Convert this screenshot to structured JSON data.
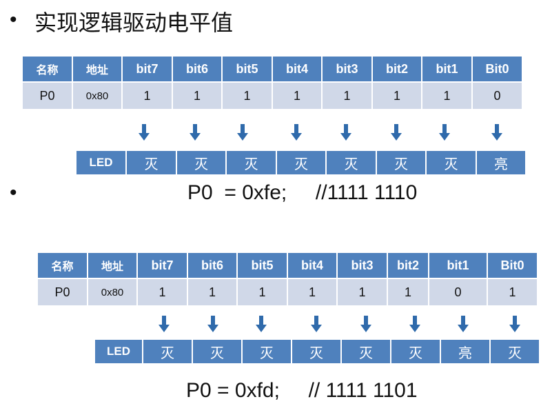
{
  "title": "实现逻辑驱动电平值",
  "bullet": "•",
  "example1": {
    "headers": [
      "名称",
      "地址",
      "bit7",
      "bit6",
      "bit5",
      "bit4",
      "bit3",
      "bit2",
      "bit1",
      "Bit0"
    ],
    "row": [
      "P0",
      "0x80",
      "1",
      "1",
      "1",
      "1",
      "1",
      "1",
      "1",
      "0"
    ],
    "led_label": "LED",
    "leds": [
      "灭",
      "灭",
      "灭",
      "灭",
      "灭",
      "灭",
      "灭",
      "亮"
    ],
    "code": "P0  = 0xfe;     //1111 1110"
  },
  "example2": {
    "headers": [
      "名称",
      "地址",
      "bit7",
      "bit6",
      "bit5",
      "bit4",
      "bit3",
      "bit2",
      "bit1",
      "Bit0"
    ],
    "row": [
      "P0",
      "0x80",
      "1",
      "1",
      "1",
      "1",
      "1",
      "1",
      "0",
      "1"
    ],
    "led_label": "LED",
    "leds": [
      "灭",
      "灭",
      "灭",
      "灭",
      "灭",
      "灭",
      "亮",
      "灭"
    ],
    "code": "P0 = 0xfd;     // 1111 1101"
  },
  "colors": {
    "header": "#4f81bd",
    "row": "#d0d8e8",
    "arrow": "#2f6aab"
  },
  "icon": "arrow-down-icon"
}
